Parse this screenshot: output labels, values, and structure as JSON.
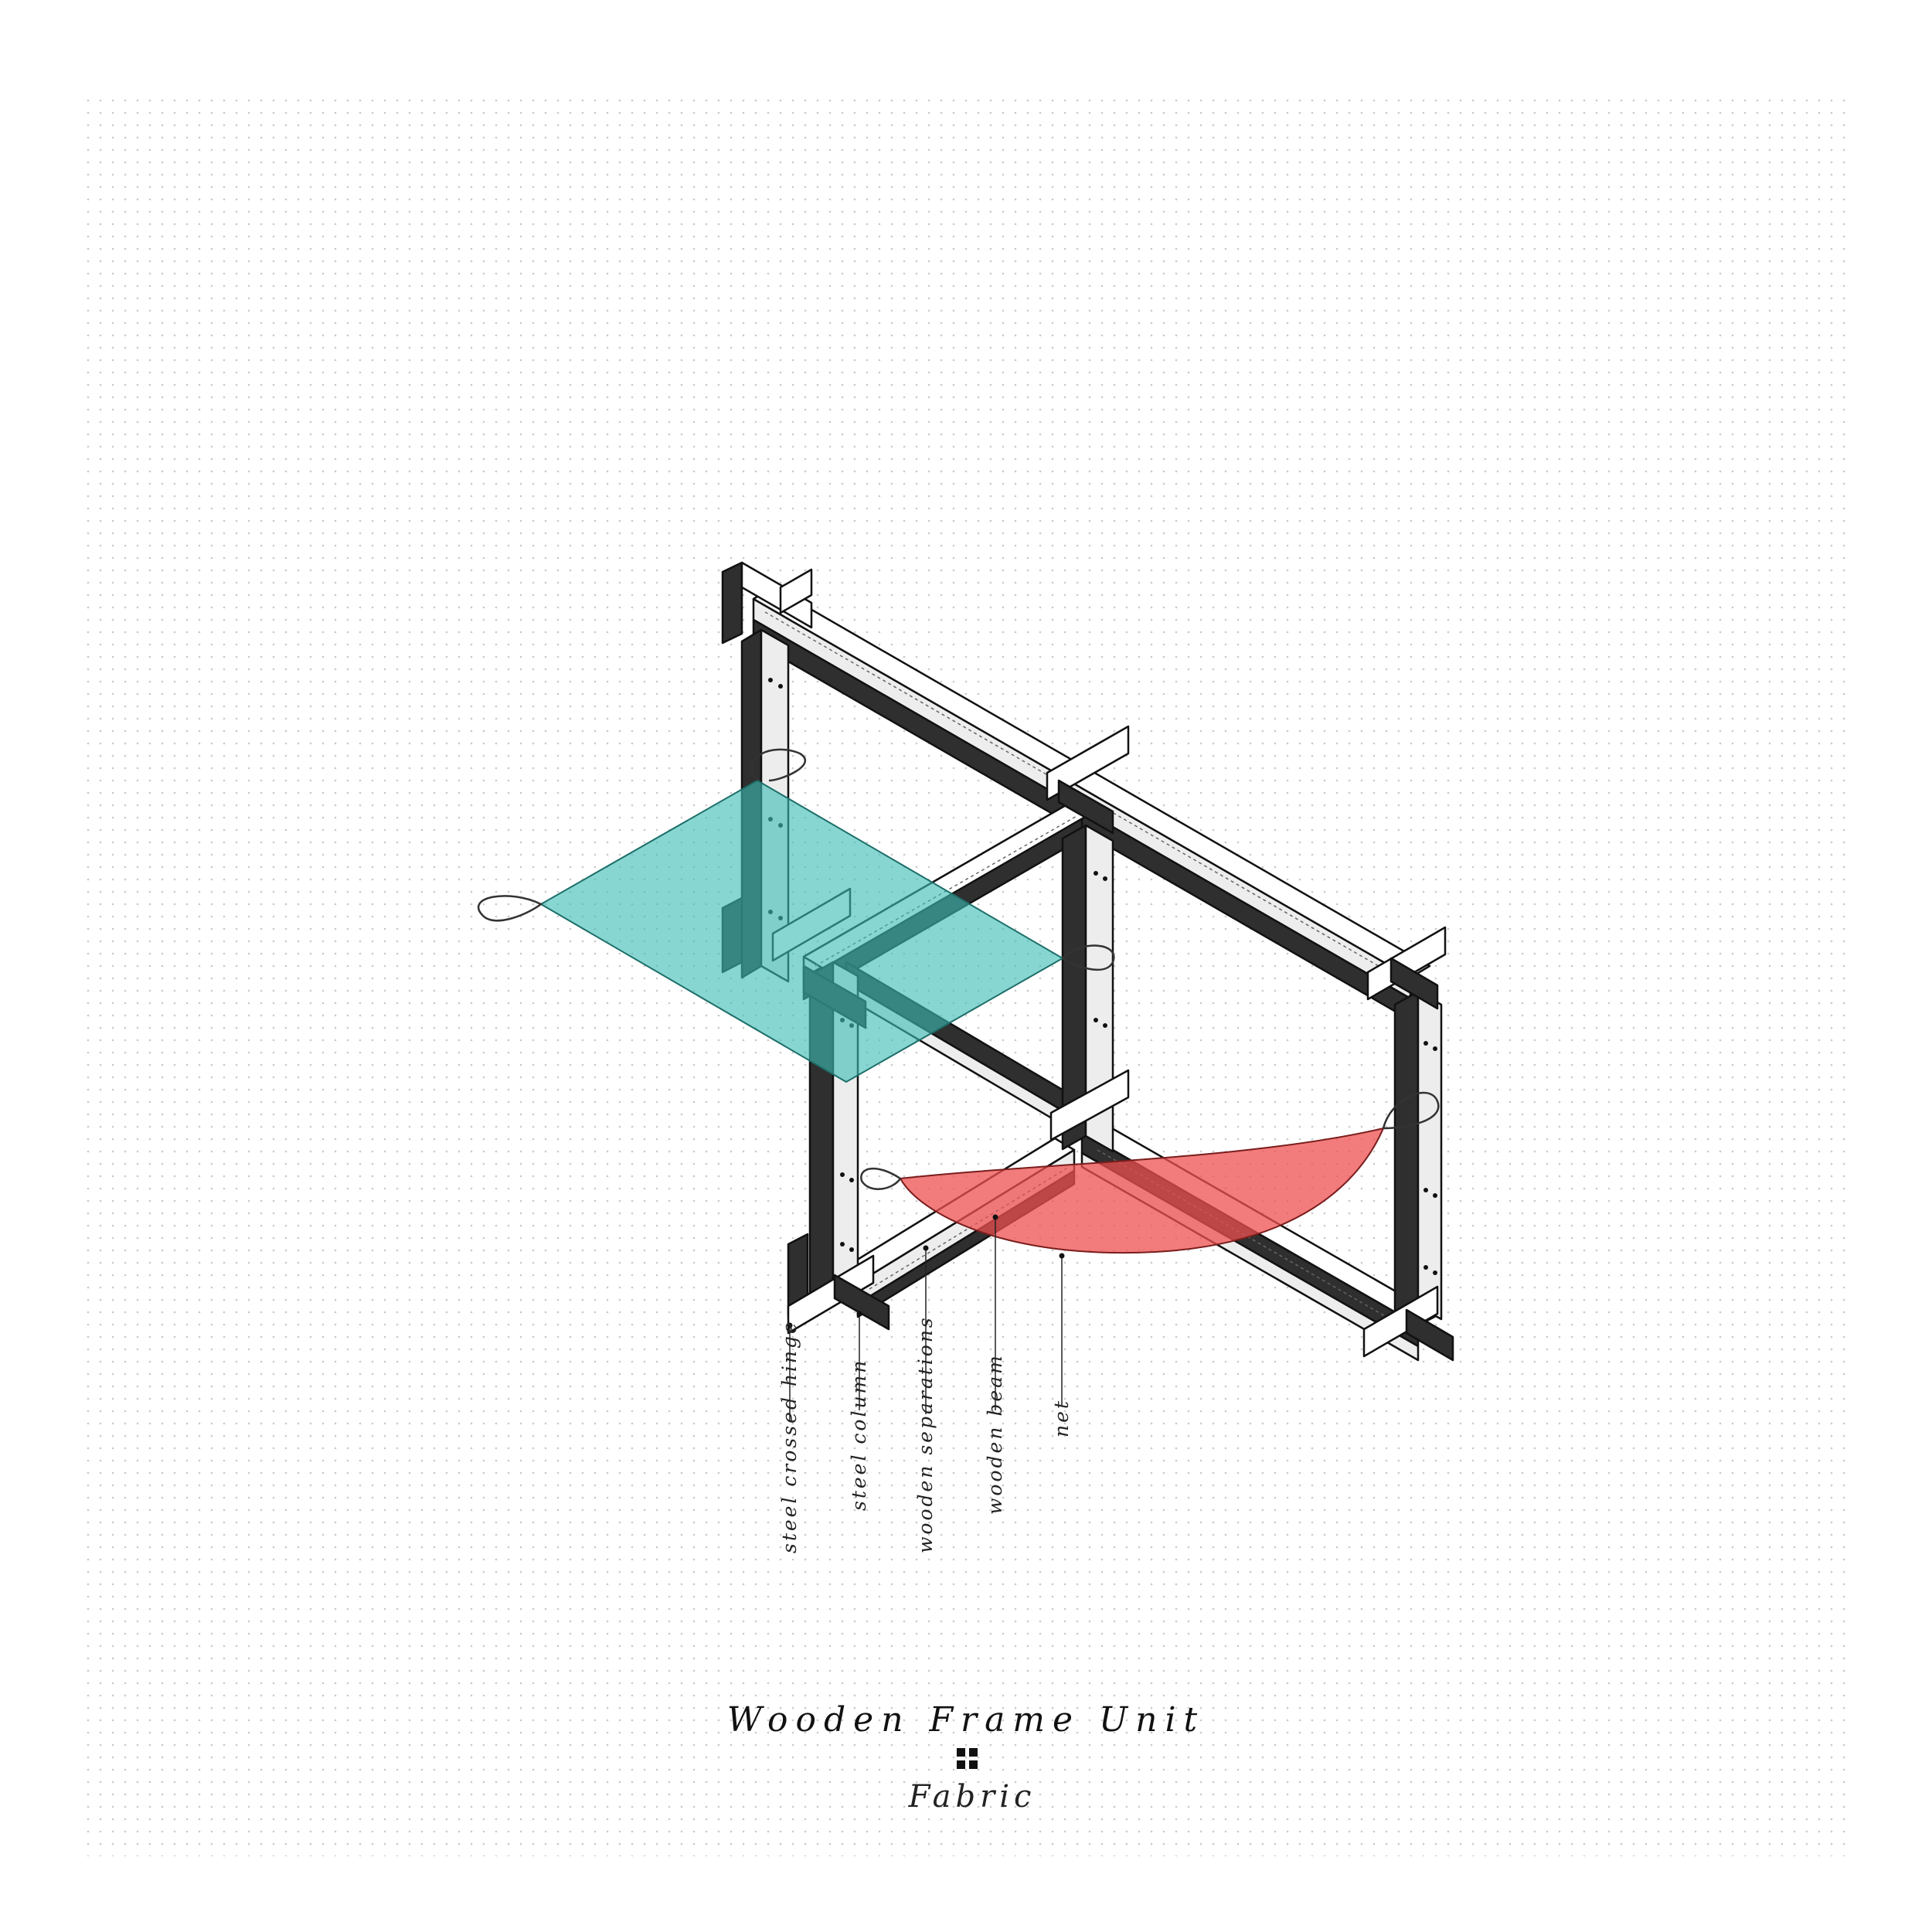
{
  "diagram": {
    "title": "Wooden Frame Unit",
    "subtitle": "Fabric",
    "labels": [
      "steel crossed hinge",
      "steel column",
      "wooden separations",
      "wooden beam",
      "net"
    ],
    "colors": {
      "background": "#ffffff",
      "dot_grid": "#c9c9c9",
      "frame_dark": "#2f2f2f",
      "frame_light": "#ededed",
      "outline": "#111111",
      "fabric_cyan": "#3fbdb6",
      "net_red": "#ee4f4f"
    }
  }
}
